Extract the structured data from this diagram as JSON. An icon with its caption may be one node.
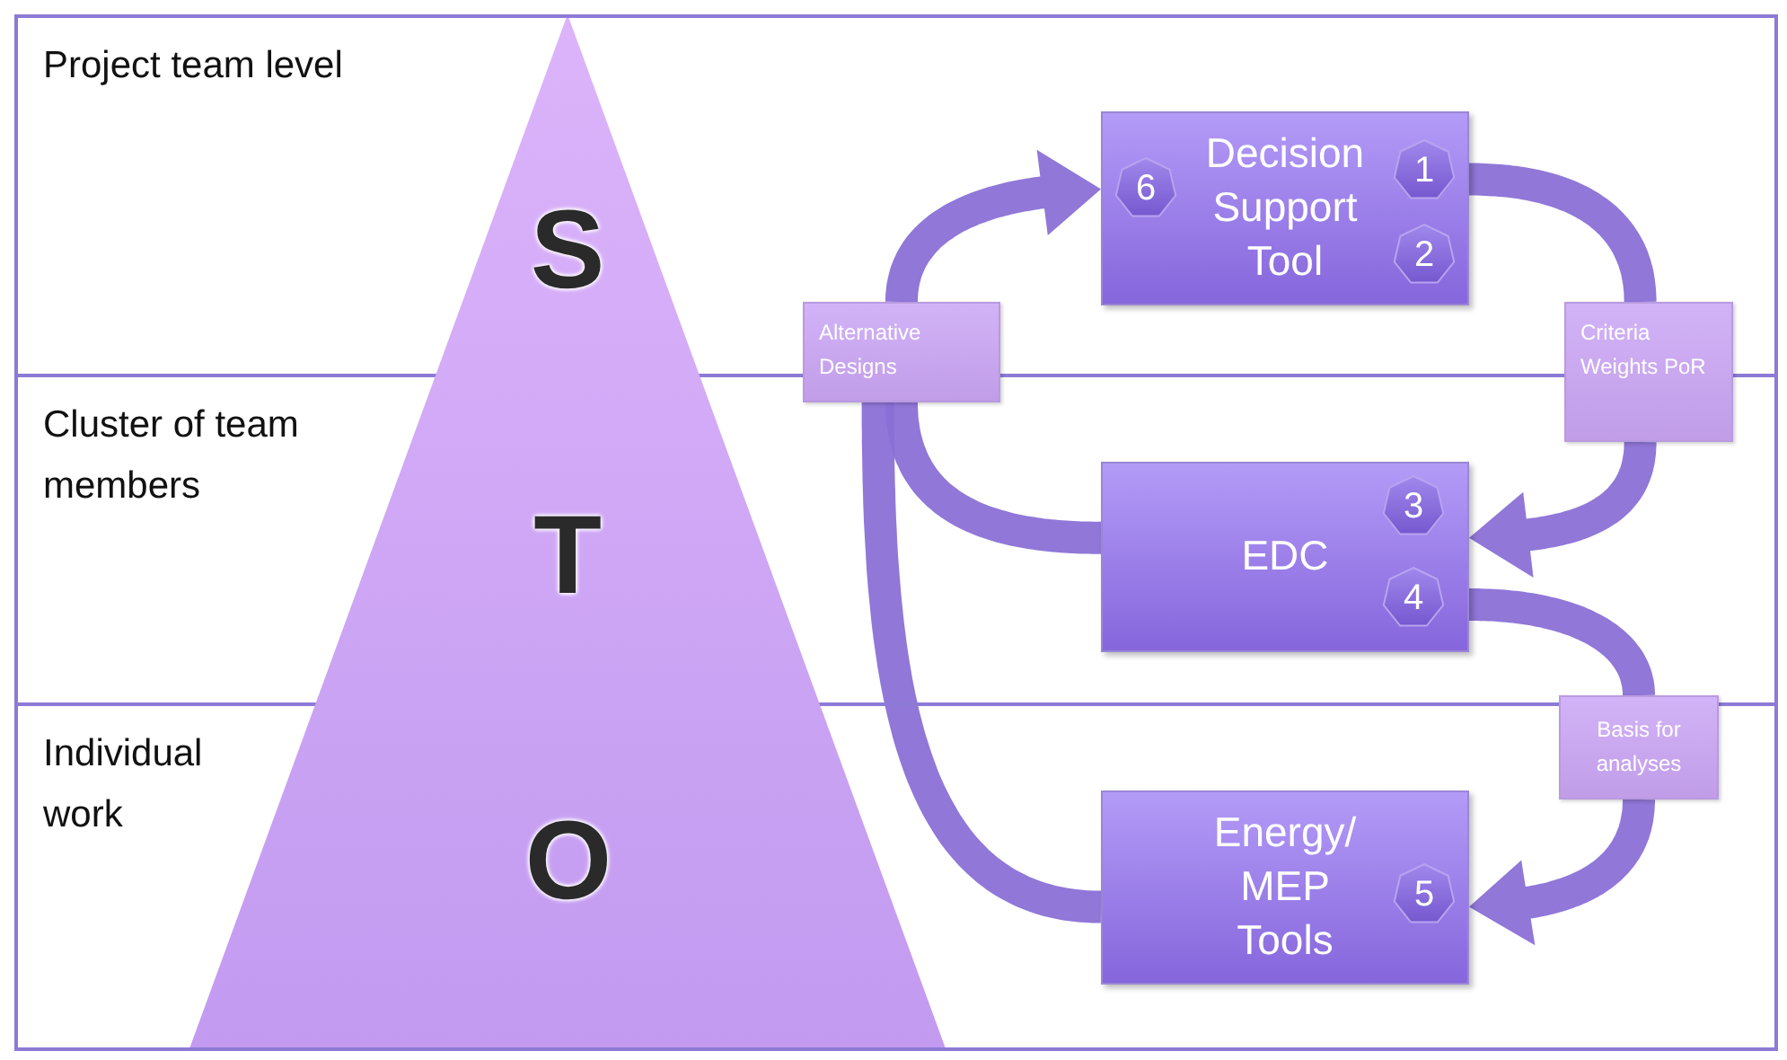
{
  "diagram": {
    "nodes": [
      {
        "text": [
          "Project team level"
        ]
      },
      {
        "text": [
          "Cluster of team members"
        ]
      },
      {
        "text": [
          "Individual work"
        ]
      },
      {
        "text": [
          "S"
        ],
        "in": 0
      },
      {
        "text": [
          "T"
        ],
        "in": 1
      },
      {
        "text": [
          "O"
        ],
        "in": 2
      },
      {
        "text": [
          "Decision Support Tool"
        ],
        "in": 0
      },
      {
        "text": [
          "6"
        ],
        "in": 6
      },
      {
        "text": [
          "1"
        ],
        "in": 6
      },
      {
        "text": [
          "2"
        ],
        "in": 6
      },
      {
        "text": [
          "EDC"
        ],
        "in": 1
      },
      {
        "text": [
          "3"
        ],
        "in": 10
      },
      {
        "text": [
          "4"
        ],
        "in": 10
      },
      {
        "text": [
          "Energy/ MEP Tools"
        ],
        "in": 2
      },
      {
        "text": [
          "5"
        ],
        "in": 13
      },
      {
        "text": [
          "Alternative Designs"
        ]
      },
      {
        "text": [
          "Criteria Weights PoR"
        ]
      },
      {
        "text": [
          "Basis for analyses"
        ]
      }
    ],
    "edges": [
      {
        "from": 10,
        "to": 15,
        "arrow": "none"
      },
      {
        "from": 13,
        "to": 15,
        "arrow": "none"
      },
      {
        "from": 15,
        "to": 6,
        "arrow": "to"
      },
      {
        "from": 6,
        "to": 16,
        "arrow": "none"
      },
      {
        "from": 16,
        "to": 10,
        "arrow": "to"
      },
      {
        "from": 10,
        "to": 17,
        "arrow": "none"
      },
      {
        "from": 17,
        "to": 13,
        "arrow": "to"
      }
    ]
  }
}
